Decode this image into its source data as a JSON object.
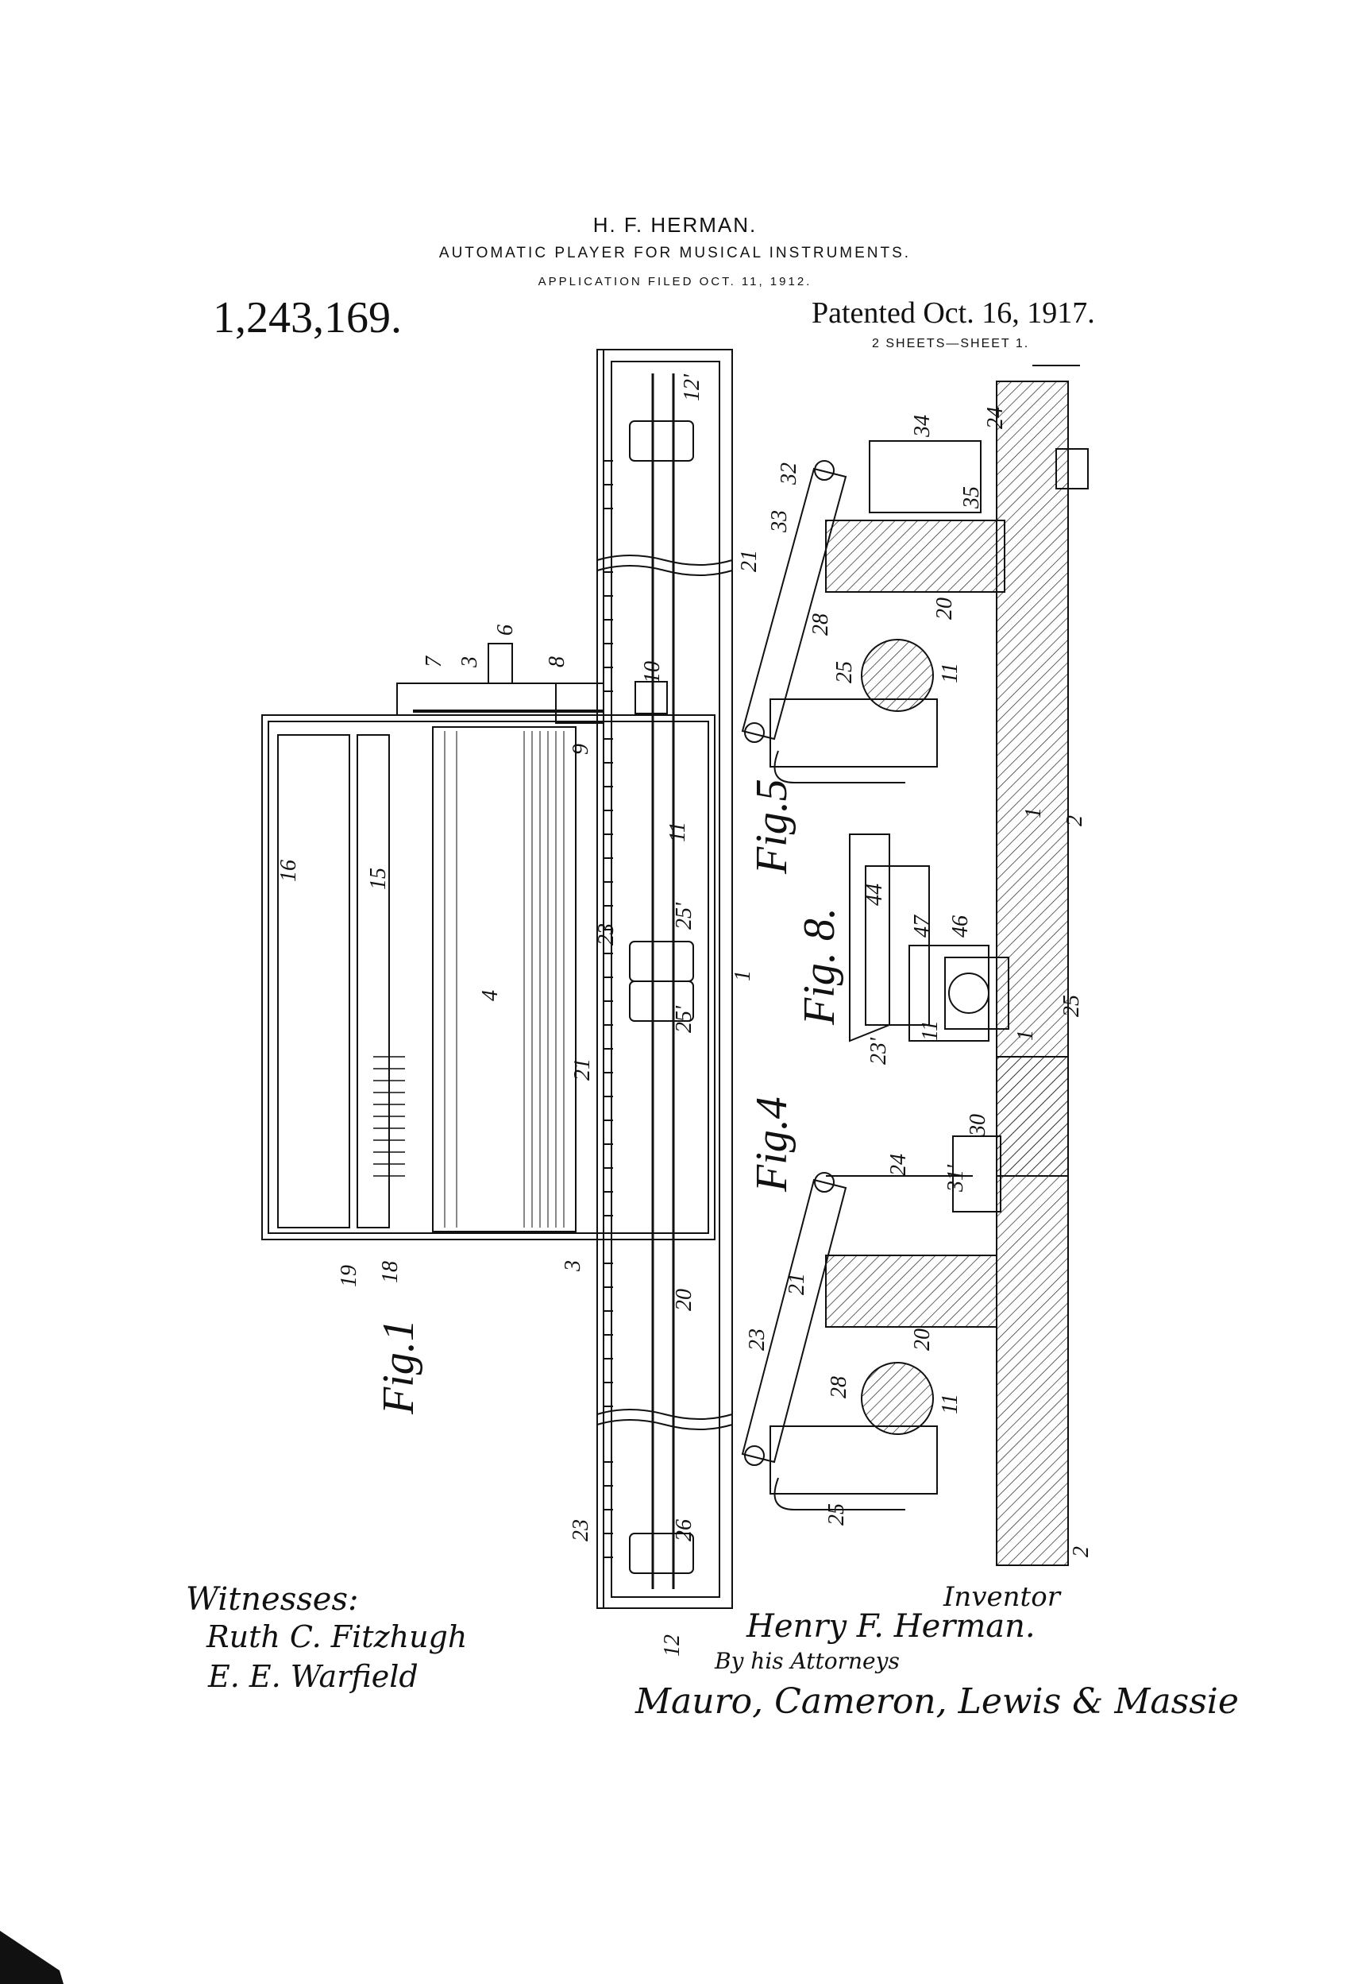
{
  "header": {
    "inventor": "H. F. HERMAN.",
    "title": "AUTOMATIC PLAYER FOR MUSICAL INSTRUMENTS.",
    "filed": "APPLICATION FILED OCT. 11, 1912.",
    "patent_number": "1,243,169.",
    "patented": "Patented Oct. 16, 1917.",
    "sheets": "2 SHEETS—SHEET 1."
  },
  "figures": {
    "fig1": "Fig.1",
    "fig4": "Fig.4",
    "fig5": "Fig.5",
    "fig8": "Fig. 8."
  },
  "fig1_labels": [
    "12'",
    "6",
    "7",
    "3",
    "8",
    "10",
    "9",
    "16",
    "15",
    "4",
    "11",
    "25'",
    "23",
    "25'",
    "1",
    "21",
    "19",
    "18",
    "3",
    "20",
    "23",
    "26",
    "12"
  ],
  "fig5_labels": [
    "24",
    "34",
    "32",
    "33",
    "35",
    "21",
    "20",
    "28",
    "25",
    "11",
    "1",
    "2"
  ],
  "fig8_labels": [
    "44",
    "47",
    "46",
    "23'",
    "11",
    "1",
    "25"
  ],
  "fig4_labels": [
    "30",
    "24",
    "31'",
    "21",
    "23",
    "20",
    "28",
    "11",
    "25",
    "2"
  ],
  "signatures": {
    "witnesses_label": "Witnesses:",
    "witness_1": "Ruth C. Fitzhugh",
    "witness_2": "E. E. Warfield",
    "inventor_label": "Inventor",
    "inventor_signature": "Henry F. Herman.",
    "attorneys_label": "By his Attorneys",
    "attorneys_signature": "Mauro, Cameron, Lewis & Massie"
  }
}
